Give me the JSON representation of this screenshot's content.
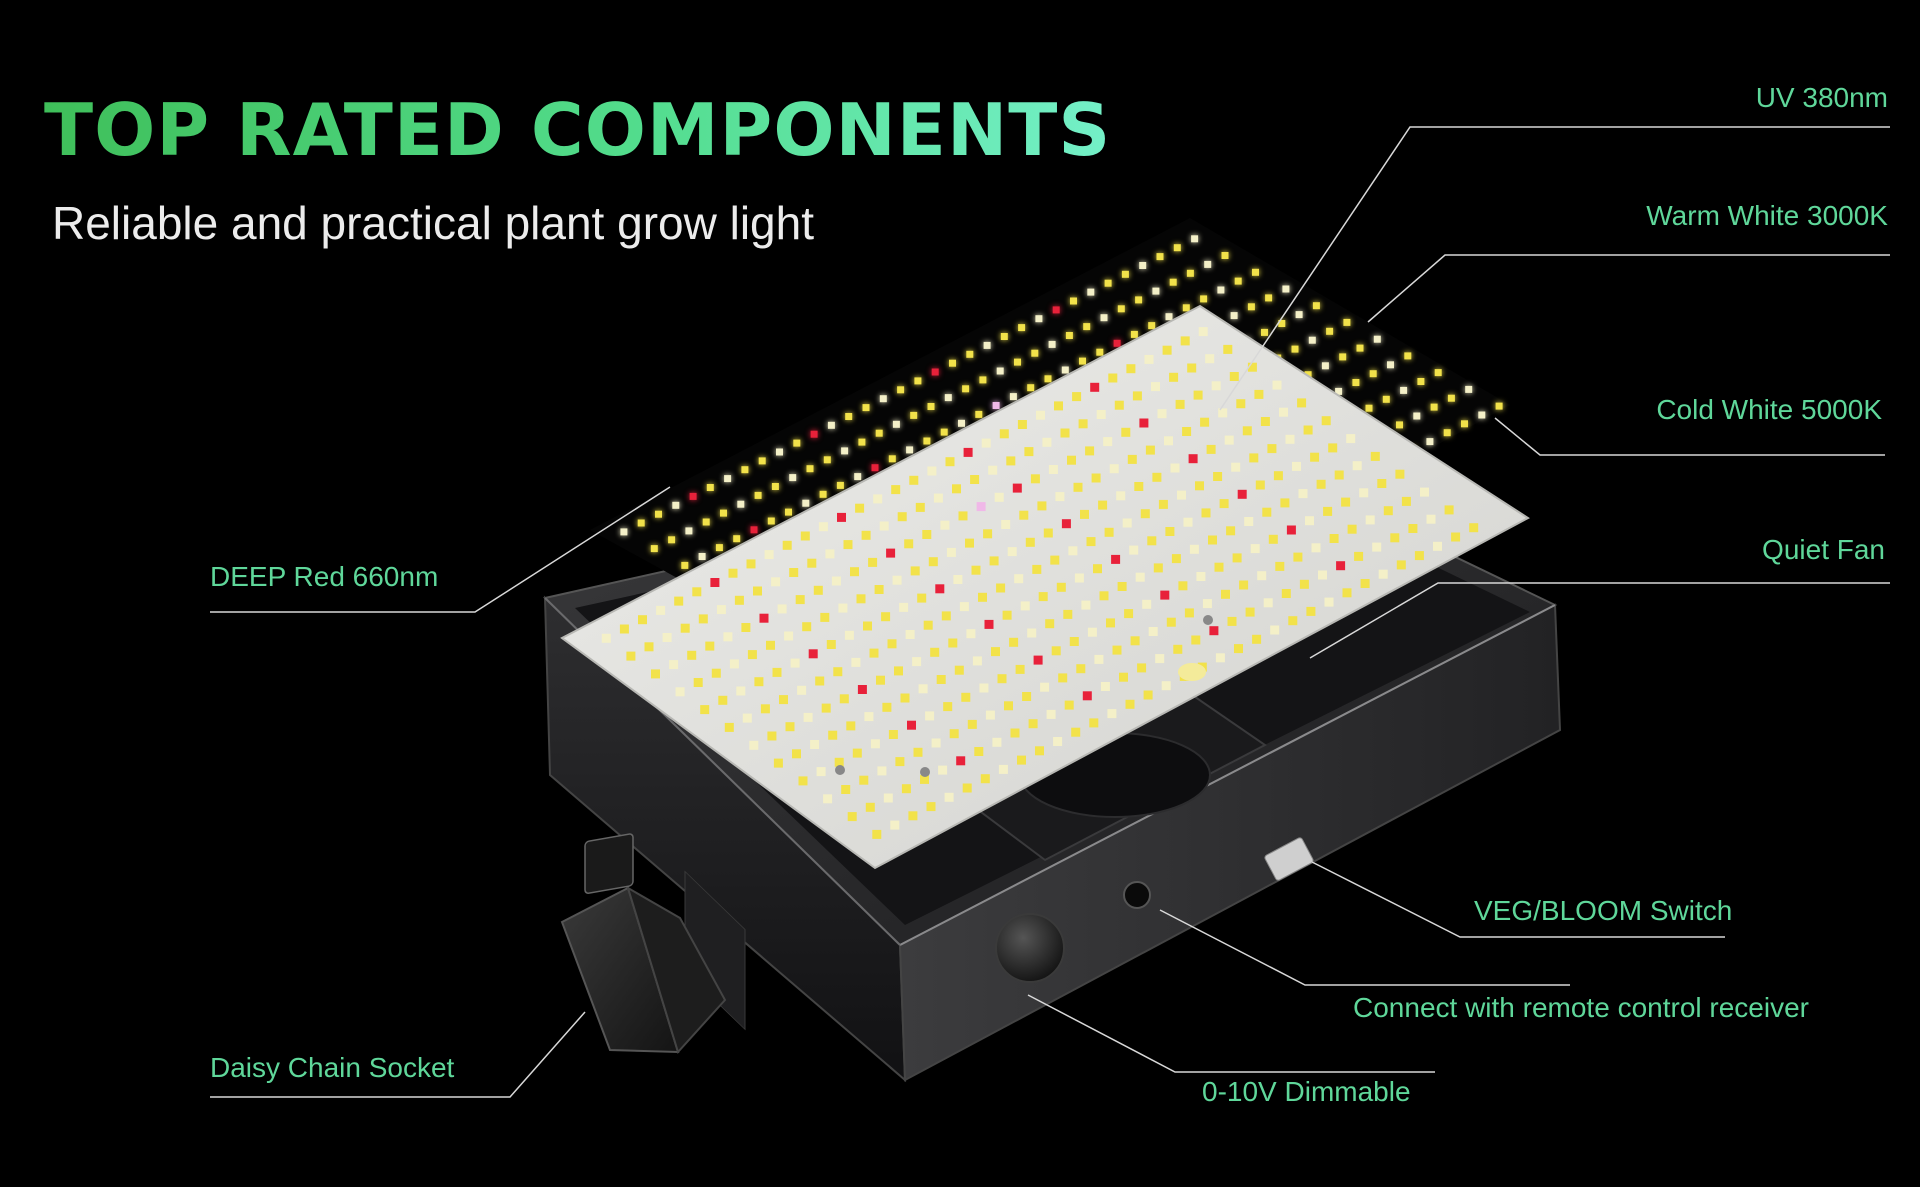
{
  "header": {
    "title": "TOP RATED COMPONENTS",
    "subtitle": "Reliable and practical plant grow light"
  },
  "callouts": {
    "uv": "UV 380nm",
    "warm_white": "Warm White 3000K",
    "cold_white": "Cold White 5000K",
    "quiet_fan": "Quiet Fan",
    "deep_red": "DEEP Red 660nm",
    "veg_bloom": "VEG/BLOOM Switch",
    "remote": "Connect with remote control receiver",
    "daisy_chain": "Daisy Chain Socket",
    "dimmable": "0-10V Dimmable"
  },
  "colors": {
    "accent_green": "#5fd79a",
    "background": "#000000",
    "led_warm": "#f2e24a",
    "led_cold": "#f4f0c8",
    "led_red": "#e8213a",
    "led_uv": "#f0b8e8"
  }
}
